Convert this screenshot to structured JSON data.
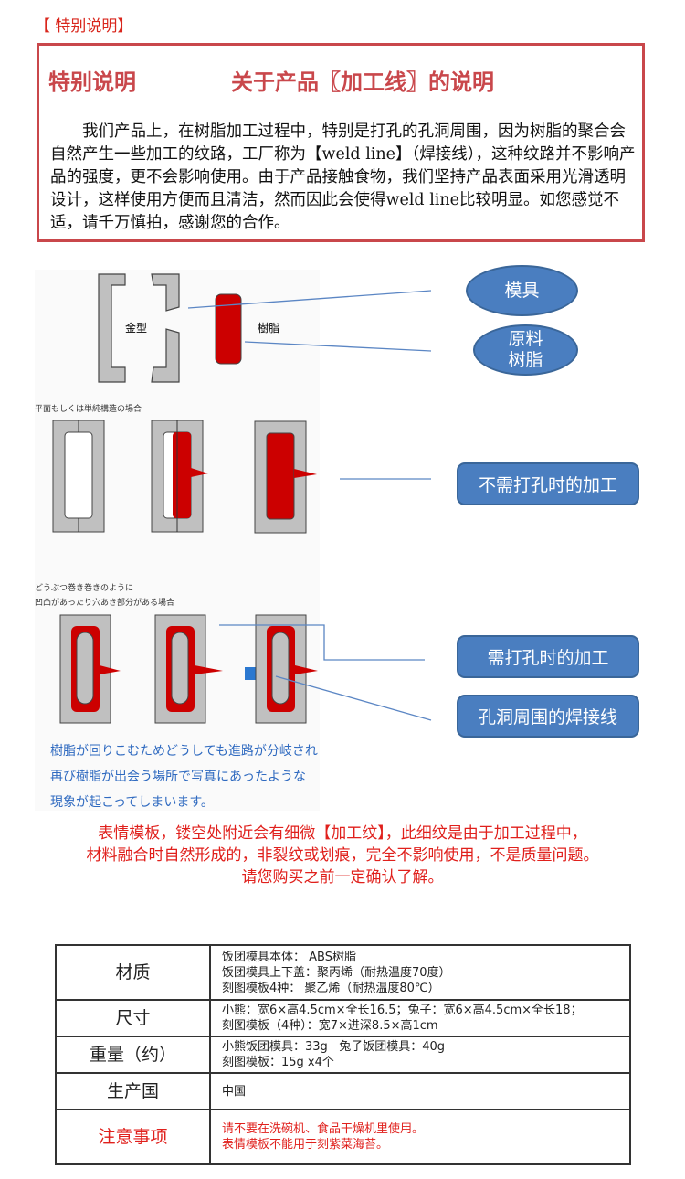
{
  "header": {
    "title": "【 特别说明】"
  },
  "notice": {
    "heading_left": "特别说明",
    "heading_right": "关于产品〖加工线〗的说明",
    "body": "我们产品上，在树脂加工过程中，特别是打孔的孔洞周围，因为树脂的聚合会自然产生一些加工的纹路，工厂称为【weld line】（焊接线），这种纹路并不影响产品的强度，更不会影响使用。由于产品接触食物，我们坚持产品表面采用光滑透明设计，这样使用方便而且清洁，然而因此会使得weld line比较明显。如您感觉不适，请千万慎拍，感谢您的合作。"
  },
  "diagram": {
    "label_mold": "金型",
    "label_resin": "樹脂",
    "caption_simple": "平面もしくは単純構造の場合",
    "caption_complex_1": "どうぶつ巻き巻きのように",
    "caption_complex_2": "凹凸があったり穴あき部分がある場合",
    "explain": [
      "樹脂が回りこむためどうしても進路が分岐され",
      "再び樹脂が出会う場所で写真にあったような",
      "現象が起こってしまいます。"
    ],
    "callouts": {
      "mold": "模具",
      "resin": "原料\n树脂",
      "no_hole": "不需打孔时的加工",
      "hole": "需打孔时的加工",
      "weld": "孔洞周围的焊接线"
    },
    "colors": {
      "resin": "#cc0000",
      "mold": "#c0c0c0",
      "callout": "#4a7ec0"
    }
  },
  "red_note": [
    "表情模板，镂空处附近会有细微【加工纹】，此细纹是由于加工过程中，",
    "材料融合时自然形成的，非裂纹或划痕，完全不影响使用，不是质量问题。",
    "请您购买之前一定确认了解。"
  ],
  "specs": [
    {
      "key": "材质",
      "lines": [
        "饭团模具本体： ABS树脂",
        "饭团模具上下盖：聚丙烯（耐热温度70度）",
        "刻图模板4种：  聚乙烯（耐热温度80℃）"
      ]
    },
    {
      "key": "尺寸",
      "lines": [
        "小熊：宽6×高4.5cm×全长16.5；兔子：宽6×高4.5cm×全长18；",
        "刻图模板（4种）：宽7×进深8.5×高1cm"
      ]
    },
    {
      "key": "重量（约）",
      "lines": [
        "小熊饭团模具：33g   兔子饭团模具：40g",
        "刻图模板：15g x4个"
      ]
    },
    {
      "key": "生产国",
      "lines": [
        "中国"
      ]
    },
    {
      "key": "注意事项",
      "lines": [
        "请不要在洗碗机、食品干燥机里使用。",
        "表情模板不能用于刻紫菜海苔。"
      ]
    }
  ]
}
